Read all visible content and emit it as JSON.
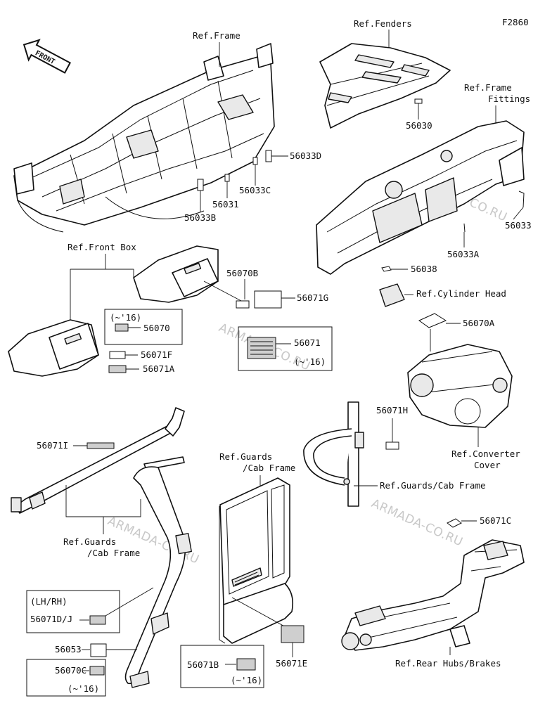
{
  "figure_code": "F2860",
  "front_marker": "FRONT",
  "watermark": "ARMADA-CO.RU",
  "refs": {
    "frame": "Ref.Frame",
    "fenders": "Ref.Fenders",
    "frame_fittings_1": "Ref.Frame",
    "frame_fittings_2": "Fittings",
    "front_box": "Ref.Front Box",
    "cylinder_head": "Ref.Cylinder Head",
    "converter_cover_1": "Ref.Converter",
    "converter_cover_2": "Cover",
    "guards_cab_right": "Ref.Guards/Cab Frame",
    "guards_cab_mid_1": "Ref.Guards",
    "guards_cab_mid_2": "/Cab Frame",
    "guards_cab_left_1": "Ref.Guards",
    "guards_cab_left_2": "/Cab Frame",
    "rear_hubs_brakes": "Ref.Rear Hubs/Brakes"
  },
  "parts": {
    "p56030": "56030",
    "p56033": "56033",
    "p56033A": "56033A",
    "p56033B": "56033B",
    "p56033C": "56033C",
    "p56033D": "56033D",
    "p56031": "56031",
    "p56038": "56038",
    "p56070": "56070",
    "p56070A": "56070A",
    "p56070B": "56070B",
    "p56070C": "56070C",
    "p56071": "56071",
    "p56071A": "56071A",
    "p56071B": "56071B",
    "p56071C": "56071C",
    "p56071D": "56071D/J",
    "p56071E": "56071E",
    "p56071F": "56071F",
    "p56071G": "56071G",
    "p56071H": "56071H",
    "p56071I": "56071I",
    "p56053": "56053"
  },
  "notes": {
    "until16_a": "(~'16)",
    "until16_b": "(~'16)",
    "until16_c": "(~'16)",
    "until16_d": "(~'16)",
    "lh_rh": "(LH/RH)"
  }
}
